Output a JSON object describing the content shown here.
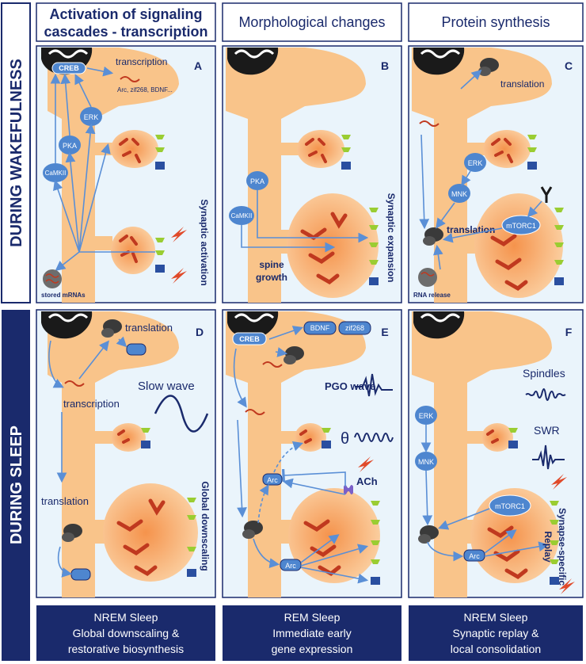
{
  "row_labels": {
    "wake": "DURING WAKEFULNESS",
    "sleep": "DURING SLEEP"
  },
  "column_headers": {
    "col1_line1": "Activation of signaling",
    "col1_line2": "cascades - transcription",
    "col2": "Morphological changes",
    "col3": "Protein synthesis"
  },
  "panel_letters": {
    "a": "A",
    "b": "B",
    "c": "C",
    "d": "D",
    "e": "E",
    "f": "F"
  },
  "panel_a": {
    "creb": "CREB",
    "transcription": "transcription",
    "genes": "Arc, zif268, BDNF...",
    "erk": "ERK",
    "pka": "PKA",
    "camkii": "CaMKII",
    "stored_mrnas": "stored mRNAs",
    "synaptic_activation": "Synaptic activation"
  },
  "panel_b": {
    "pka": "PKA",
    "camkii": "CaMKII",
    "spine_line1": "spine",
    "spine_line2": "growth",
    "synaptic_expansion": "Synaptic expansion"
  },
  "panel_c": {
    "translation_top": "translation",
    "erk": "ERK",
    "mnk": "MNK",
    "mtorc1": "mTORC1",
    "translation_mid": "translation",
    "rna_release": "RNA release"
  },
  "panel_d": {
    "translation_top": "translation",
    "transcription": "transcription",
    "slow_wave": "Slow wave",
    "translation_bottom": "translation",
    "global_downscaling": "Global downscaling"
  },
  "panel_e": {
    "creb": "CREB",
    "bdnf": "BDNF",
    "zif268": "zif268",
    "pgo_wave": "PGO wave",
    "theta": "θ",
    "ach": "ACh",
    "arc_top": "Arc",
    "arc_bottom": "Arc"
  },
  "panel_f": {
    "spindles": "Spindles",
    "swr": "SWR",
    "erk": "ERK",
    "mnk": "MNK",
    "mtorc1": "mTORC1",
    "arc": "Arc",
    "replay_line1": "Synapse-specific",
    "replay_line2": "Replay"
  },
  "footers": {
    "f1_line1": "NREM Sleep",
    "f1_line2": "Global downscaling &",
    "f1_line3": "restorative biosynthesis",
    "f2_line1": "REM Sleep",
    "f2_line2": "Immediate early",
    "f2_line3": "gene expression",
    "f3_line1": "NREM Sleep",
    "f3_line2": "Synaptic replay &",
    "f3_line3": "local consolidation"
  },
  "colors": {
    "navy": "#1a2a6c",
    "panel_bg": "#eaf4fb",
    "neuron": "#f9c48a",
    "spine_head": "#f7a262",
    "actin": "#c0391f",
    "receptor_green": "#9acd32",
    "receptor_blue": "#2a4fa0",
    "node_blue": "#4e86cf",
    "arrow_blue": "#5a8fd6"
  }
}
